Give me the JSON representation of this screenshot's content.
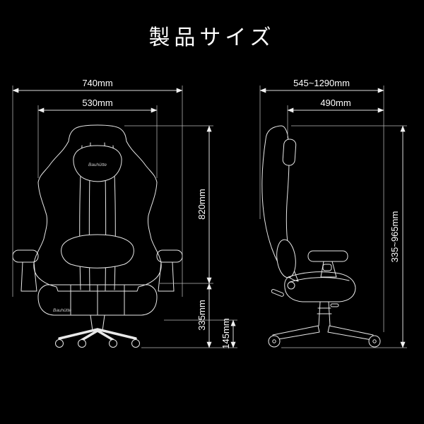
{
  "title": "製品サイズ",
  "brand": "Bauhütte",
  "front_view": {
    "dim_width_outer": "740mm",
    "dim_width_inner": "530mm",
    "dim_height_upper": "820mm",
    "dim_height_seat": "335mm",
    "dim_height_base": "145mm"
  },
  "side_view": {
    "dim_depth_range": "545~1290mm",
    "dim_depth_seat": "490mm",
    "dim_height_range": "335~965mm"
  },
  "colors": {
    "background": "#000000",
    "line": "#e8e8e8",
    "text": "#ffffff"
  }
}
